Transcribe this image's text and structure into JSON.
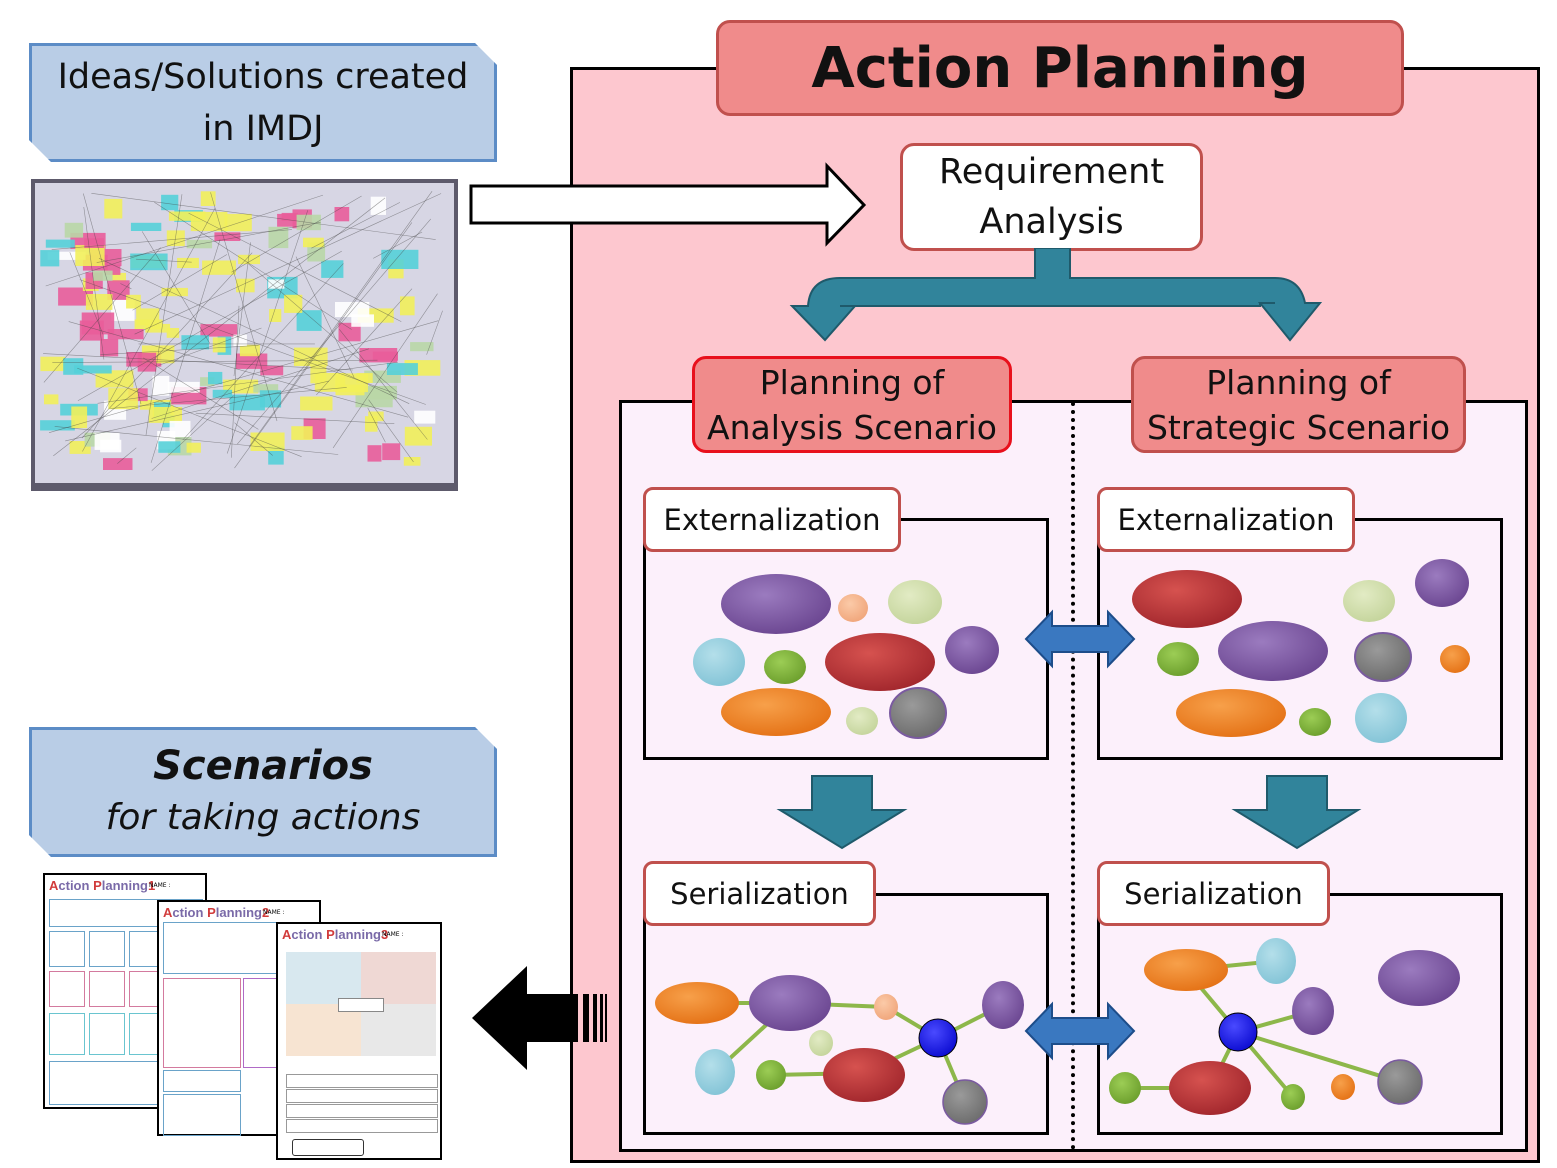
{
  "header_left_top": {
    "line1": "Ideas/Solutions created",
    "line2": "in IMDJ"
  },
  "header_left_bottom": {
    "title": "Scenarios",
    "subtitle": "for taking actions"
  },
  "action_planning": {
    "title": "Action Planning",
    "requirement": {
      "line1": "Requirement",
      "line2": "Analysis"
    },
    "left_plan": {
      "line1": "Planning of",
      "line2": "Analysis Scenario"
    },
    "right_plan": {
      "line1": "Planning of",
      "line2": "Strategic Scenario"
    },
    "left_ext": "Externalization",
    "right_ext": "Externalization",
    "left_ser": "Serialization",
    "right_ser": "Serialization"
  },
  "worksheets": [
    {
      "title_a": "A",
      "title_b": "ction ",
      "title_c": "P",
      "title_d": "lanning",
      "num": "1",
      "name": "NAME :"
    },
    {
      "title_a": "A",
      "title_b": "ction ",
      "title_c": "P",
      "title_d": "lanning",
      "num": "2",
      "name": "NAME :"
    },
    {
      "title_a": "A",
      "title_b": "ction ",
      "title_c": "P",
      "title_d": "lanning",
      "num": "3",
      "name": "NAME :"
    }
  ],
  "colors": {
    "pink_bg": "#fdc7cf",
    "panel_bg": "#fcf0fb",
    "red_box": "#f08b8b",
    "red_border": "#c0504d",
    "label_blue": "#b9cde6",
    "teal_arrow": "#31849b",
    "purple": "#7f5aa2",
    "red": "#b3343a",
    "orange": "#ec8423",
    "lightblue": "#92cddc",
    "green": "#7fb03a",
    "palegreen": "#cfdca9",
    "peach": "#f6b68f",
    "gray": "#7f7f7f",
    "node_blue": "#1e1ee6"
  }
}
